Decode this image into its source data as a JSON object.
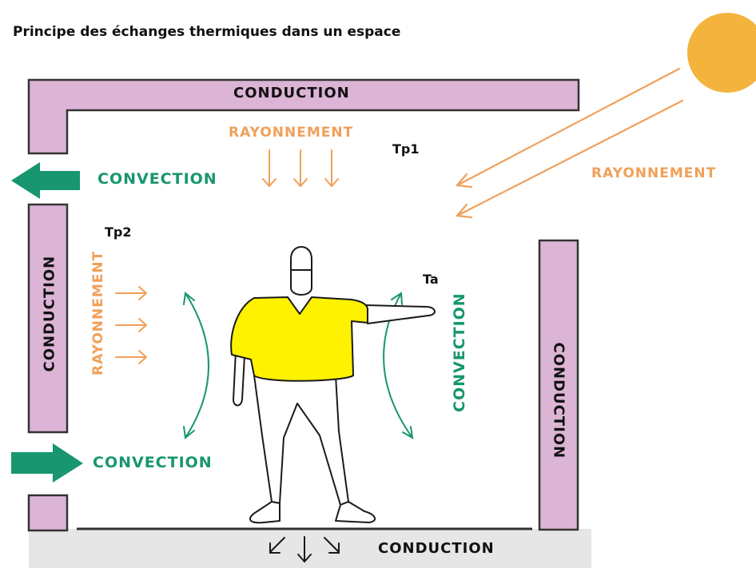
{
  "title": "Principe des échanges thermiques dans un espace",
  "labels": {
    "conduction_top": "CONDUCTION",
    "conduction_left": "CONDUCTION",
    "conduction_right": "CONDUCTION",
    "conduction_floor": "CONDUCTION",
    "rayonnement_top": "RAYONNEMENT",
    "rayonnement_left": "RAYONNEMENT",
    "rayonnement_sun": "RAYONNEMENT",
    "convection_top": "CONVECTION",
    "convection_bottom": "CONVECTION",
    "convection_right": "CONVECTION",
    "tp1": "Tp1",
    "tp2": "Tp2",
    "ta": "Ta"
  },
  "colors": {
    "wall": "#dcb4d6",
    "floor": "#e6e6e6",
    "sun": "#f3b33d",
    "radiation": "#f0a05a",
    "convection": "#17966f",
    "shirt": "#fff200",
    "outline": "#1a1a1a"
  }
}
